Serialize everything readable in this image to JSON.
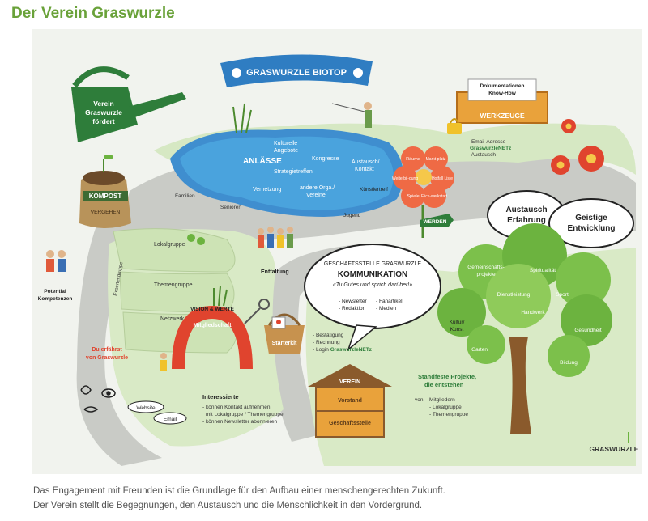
{
  "page": {
    "title": "Der Verein Graswurzle",
    "caption_line1": "Das Engagement mit Freunden ist die Grundlage für den Aufbau einer menschengerechten Zukunft.",
    "caption_line2": "Der Verein stellt die Begegnungen, den Austausch und die Menschlichkeit in den Vordergrund."
  },
  "banner": {
    "text": "GRASWURZLE BIOTOP"
  },
  "watering_can": {
    "line1": "Verein",
    "line2": "Graswurzle",
    "line3": "fördert"
  },
  "compost": {
    "label": "KOMPOST",
    "sub": "VERGEHEN"
  },
  "lake": {
    "title": "ANLÄSSE",
    "items": [
      "Kulturelle",
      "Angebote",
      "Kongresse",
      "Strategietreffen",
      "Austausch/",
      "Kontakt",
      "Vernetzung",
      "andere Orga./",
      "Vereine",
      "Künstlertreff",
      "Jugend"
    ],
    "shore": [
      "Familien",
      "Senioren"
    ]
  },
  "toolbox": {
    "items": [
      "Dokumentationen",
      "Know-How"
    ],
    "label": "WERKZEUGE",
    "details": [
      "- Email-Adresse",
      "GraswurzleNETz",
      "- Austausch"
    ]
  },
  "flower": {
    "petals": [
      "Räume",
      "Markt-platz",
      "Weiterbil-dung",
      "Hotfall Liste",
      "Spiele",
      "Flick-werkstatt"
    ],
    "sign": "WERDEN"
  },
  "bubbles": {
    "exchange_line1": "Austausch",
    "exchange_line2": "Erfahrung",
    "growth_line1": "Geistige",
    "growth_line2": "Entwicklung"
  },
  "communication": {
    "header": "GESCHÄFTSSTELLE GRASWURZLE",
    "title": "KOMMUNIKATION",
    "quote": "«Tu Gutes und sprich darüber!»",
    "col1": [
      "- Newsletter",
      "- Redaktion"
    ],
    "col2": [
      "- Fanartikel",
      "- Medien"
    ]
  },
  "garden": {
    "lokalgruppe": "Lokalgruppe",
    "themengruppe": "Themengruppe",
    "netzwerk": "Netzwerk",
    "expertengruppe": "Expertengruppe",
    "potential_line1": "Potential",
    "potential_line2": "Kompetenzen",
    "entfaltung": "Entfaltung"
  },
  "arch": {
    "top": "VISION & WERTE",
    "label": "Mitgliedschaft",
    "walker_line1": "Du erfährst",
    "walker_line2": "von Graswurzle"
  },
  "senses": {
    "website": "Website",
    "email": "Email"
  },
  "interested": {
    "title": "Interessierte",
    "lines": [
      "- können Kontakt aufnehmen",
      "mit Lokalgruppe / Themengruppe",
      "- können Newsletter abonnieren"
    ]
  },
  "starterkit": {
    "label": "Starterkit",
    "items": [
      "- Bestätigung",
      "- Rechnung",
      "- Login "
    ],
    "login_brand": "GraswurzleNETz"
  },
  "house": {
    "roof": "VEREIN",
    "floor1": "Vorstand",
    "floor2": "Geschäftsstelle"
  },
  "tree": {
    "labels": [
      "Gemeinschafts-",
      "projekte",
      "Spiritualität",
      "Dienstleistung",
      "Sport",
      "Handwerk",
      "Kultur/",
      "Kunst",
      "Gesundheit",
      "Garten",
      "Bildung"
    ],
    "projects_line1": "Standfeste Projekte,",
    "projects_line2": "die entstehen",
    "from_prefix": "von",
    "from": [
      "- Mitgliedern",
      "- Lokalgruppe",
      "- Themengruppe"
    ]
  },
  "logo": {
    "text": "GRASWURZLE"
  }
}
